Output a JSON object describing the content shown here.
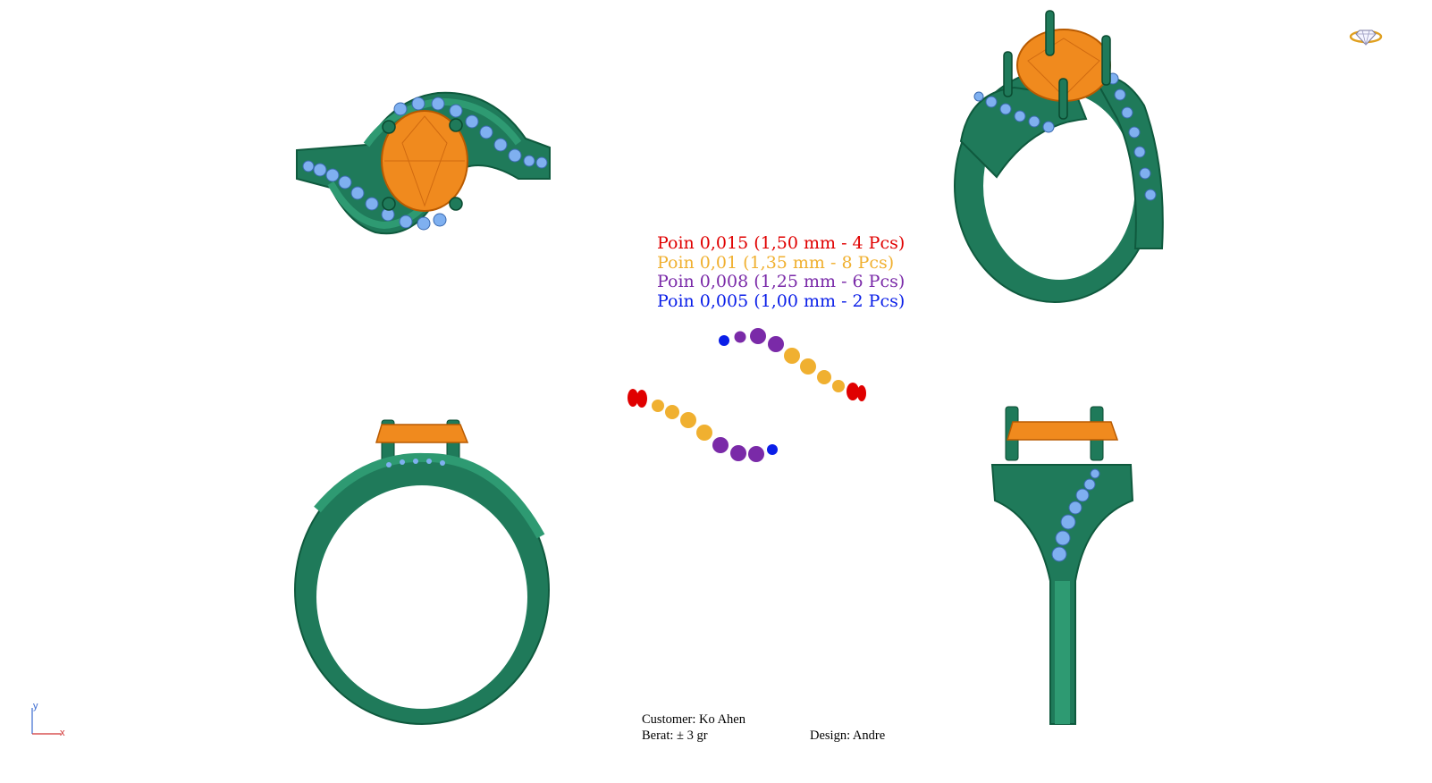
{
  "legend": {
    "items": [
      {
        "text": "Poin 0,015 (1,50 mm - 4 Pcs)",
        "color": "#e00000"
      },
      {
        "text": "Poin 0,01 (1,35 mm - 8 Pcs)",
        "color": "#f0b030"
      },
      {
        "text": "Poin 0,008 (1,25 mm - 6 Pcs)",
        "color": "#7a2aa8"
      },
      {
        "text": "Poin 0,005 (1,00 mm - 2 Pcs)",
        "color": "#0a1ee8"
      }
    ]
  },
  "footer": {
    "customer": "Customer: Ko Ahen",
    "weight": "Berat: ± 3 gr",
    "designer": "Design: Andre"
  },
  "axes": {
    "y": "y",
    "x": "x"
  },
  "colors": {
    "metal": "#1f7a5a",
    "metal_dark": "#0f5a3e",
    "metal_light": "#2e9a72",
    "center_stone": "#f08a1e",
    "side_stone": "#7fb0f0",
    "background": "#ffffff"
  },
  "views": [
    "top-view",
    "perspective-view",
    "front-view",
    "side-view",
    "stone-layout"
  ],
  "corner_icon": "diamond-ring-icon"
}
